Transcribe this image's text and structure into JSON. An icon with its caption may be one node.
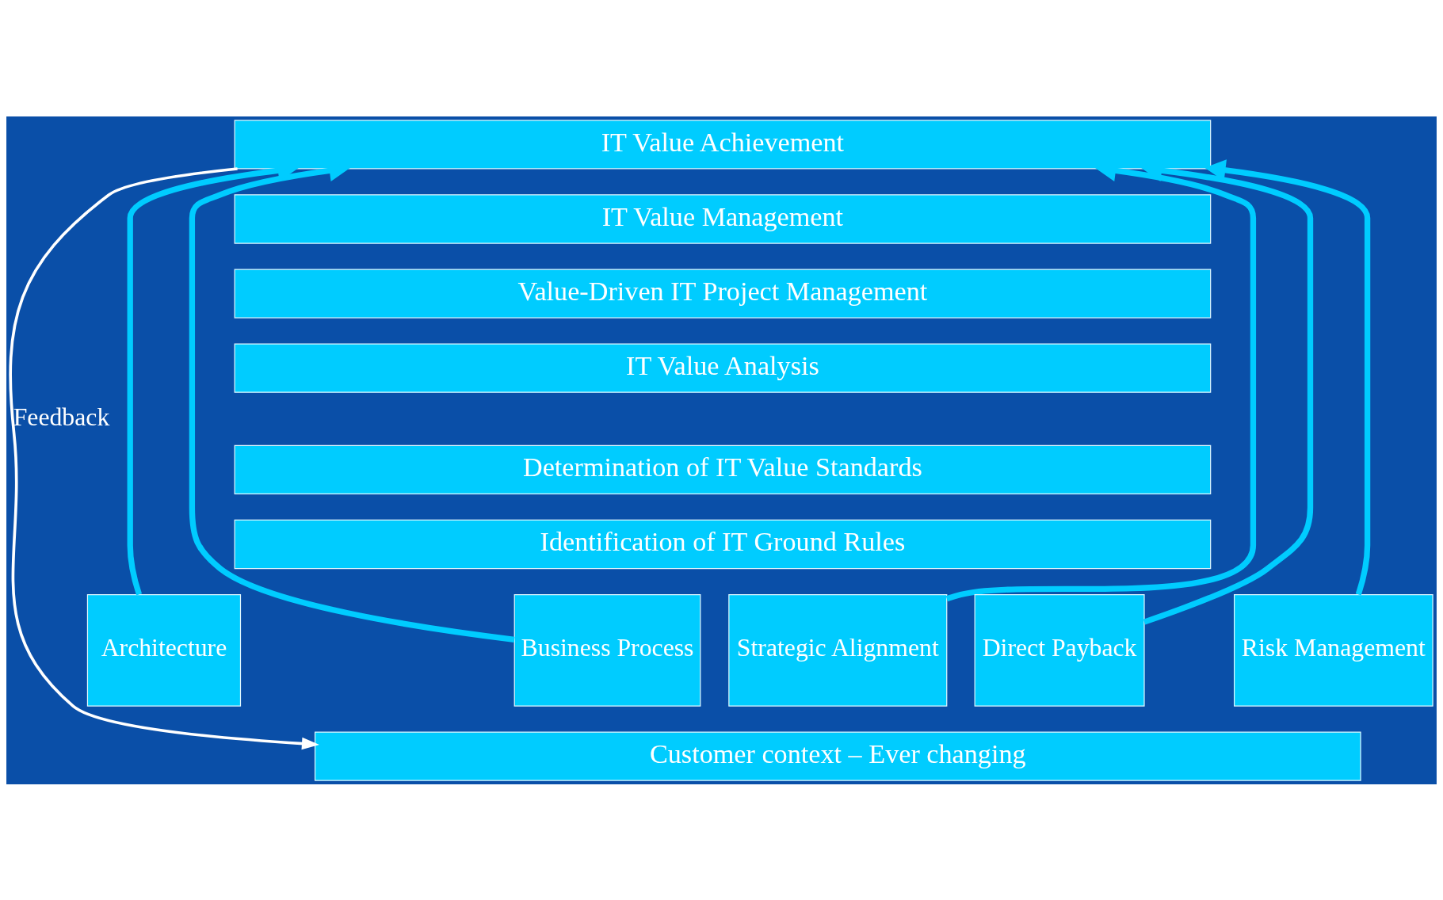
{
  "diagram": {
    "nodes": [
      {
        "text": [
          "IT Value Achievement"
        ]
      },
      {
        "text": [
          "IT Value Management"
        ]
      },
      {
        "text": [
          "Value-Driven IT Project Management"
        ]
      },
      {
        "text": [
          "IT Value Analysis"
        ]
      },
      {
        "text": [
          "Determination of IT Value Standards"
        ]
      },
      {
        "text": [
          "Identification of IT Ground Rules"
        ]
      },
      {
        "text": [
          "Strategic Alignment"
        ]
      },
      {
        "text": [
          "Business Process"
        ]
      },
      {
        "text": [
          "Architecture"
        ]
      },
      {
        "text": [
          "Direct Payback"
        ]
      },
      {
        "text": [
          "Risk Management"
        ]
      },
      {
        "text": [
          "Customer context – Ever changing"
        ]
      }
    ],
    "edges": [
      {
        "from": 6,
        "to": 0,
        "arrow": "to"
      },
      {
        "from": 7,
        "to": 0,
        "arrow": "to"
      },
      {
        "from": 8,
        "to": 0,
        "arrow": "to"
      },
      {
        "from": 9,
        "to": 0,
        "arrow": "to"
      },
      {
        "from": 10,
        "to": 0,
        "arrow": "to"
      },
      {
        "from": 0,
        "to": 11,
        "arrow": "to",
        "label": "Feedback",
        "color": "#ffffff"
      }
    ]
  }
}
